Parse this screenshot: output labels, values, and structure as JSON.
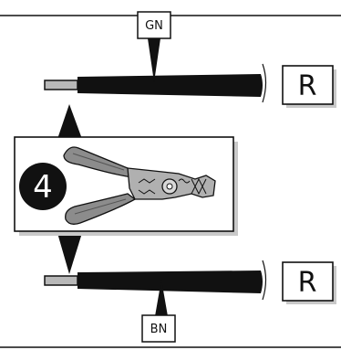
{
  "top_wire": {
    "label": "GN",
    "end_label": "R"
  },
  "bottom_wire": {
    "label": "BN",
    "end_label": "R"
  },
  "step": {
    "number": "4"
  },
  "colors": {
    "ink": "#111111",
    "shadow": "#c9c9c9",
    "panel_fill": "#ffffff",
    "tool_grip": "#8c8c8c",
    "tool_grip_dark": "#6e6e6e",
    "tool_metal": "#b0b0b0",
    "strip": "#b8b8b8"
  }
}
